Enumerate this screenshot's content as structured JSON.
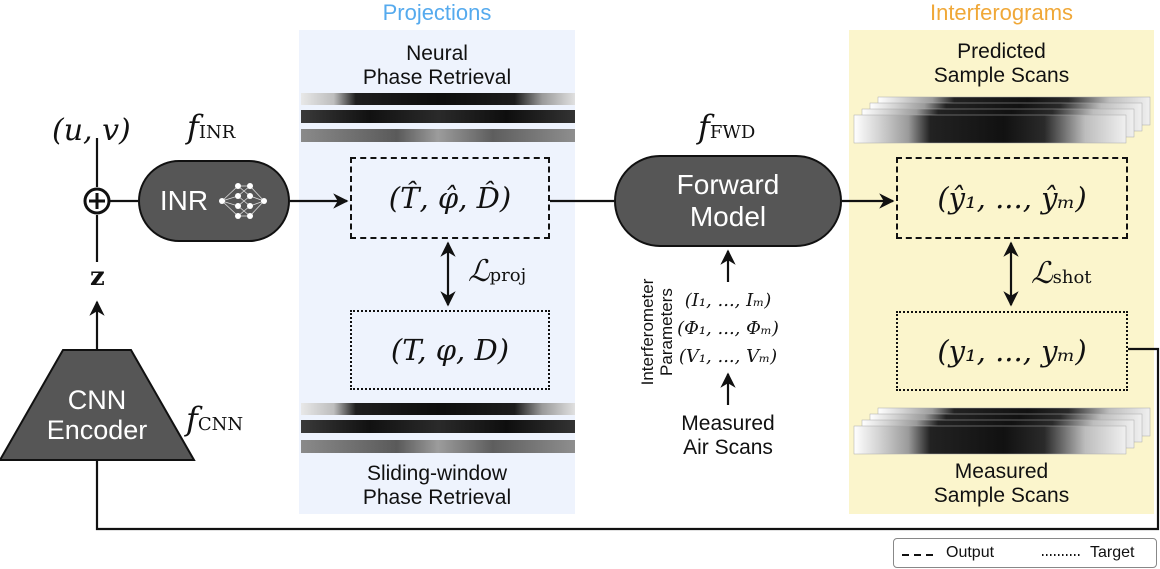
{
  "panels": {
    "projections_title": "Projections",
    "interferograms_title": "Interferograms",
    "projections_color": "#55aaee",
    "interferograms_color": "#f0a838"
  },
  "captions": {
    "neural_line1": "Neural",
    "neural_line2": "Phase Retrieval",
    "sliding_line1": "Sliding-window",
    "sliding_line2": "Phase Retrieval",
    "predicted_line1": "Predicted",
    "predicted_line2": "Sample Scans",
    "measured_line1": "Measured",
    "measured_line2": "Sample Scans",
    "air_line1": "Measured",
    "air_line2": "Air Scans",
    "interferometer_line1": "Interferometer",
    "interferometer_line2": "Parameters"
  },
  "nodes": {
    "inr": "INR",
    "forward_line1": "Forward",
    "forward_line2": "Model",
    "cnn_line1": "CNN",
    "cnn_line2": "Encoder"
  },
  "math": {
    "uv": "(u, v)",
    "plus": "⊕",
    "z": "z",
    "f": "f",
    "f_inr_sub": "INR",
    "f_fwd_sub": "FWD",
    "f_cnn_sub": "CNN",
    "pred_proj": "(T̂, φ̂, D̂)",
    "true_proj": "(T, φ, D)",
    "L": "ℒ",
    "L_proj_sub": "proj",
    "L_shot_sub": "shot",
    "pred_scans": "(ŷ₁, ..., ŷₘ)",
    "true_scans": "(y₁, ..., yₘ)",
    "param_I": "(I₁, ..., Iₘ)",
    "param_Phi": "(Φ₁, ..., Φₘ)",
    "param_V": "(V₁, ..., Vₘ)"
  },
  "legend": {
    "output": "Output",
    "target": "Target"
  }
}
